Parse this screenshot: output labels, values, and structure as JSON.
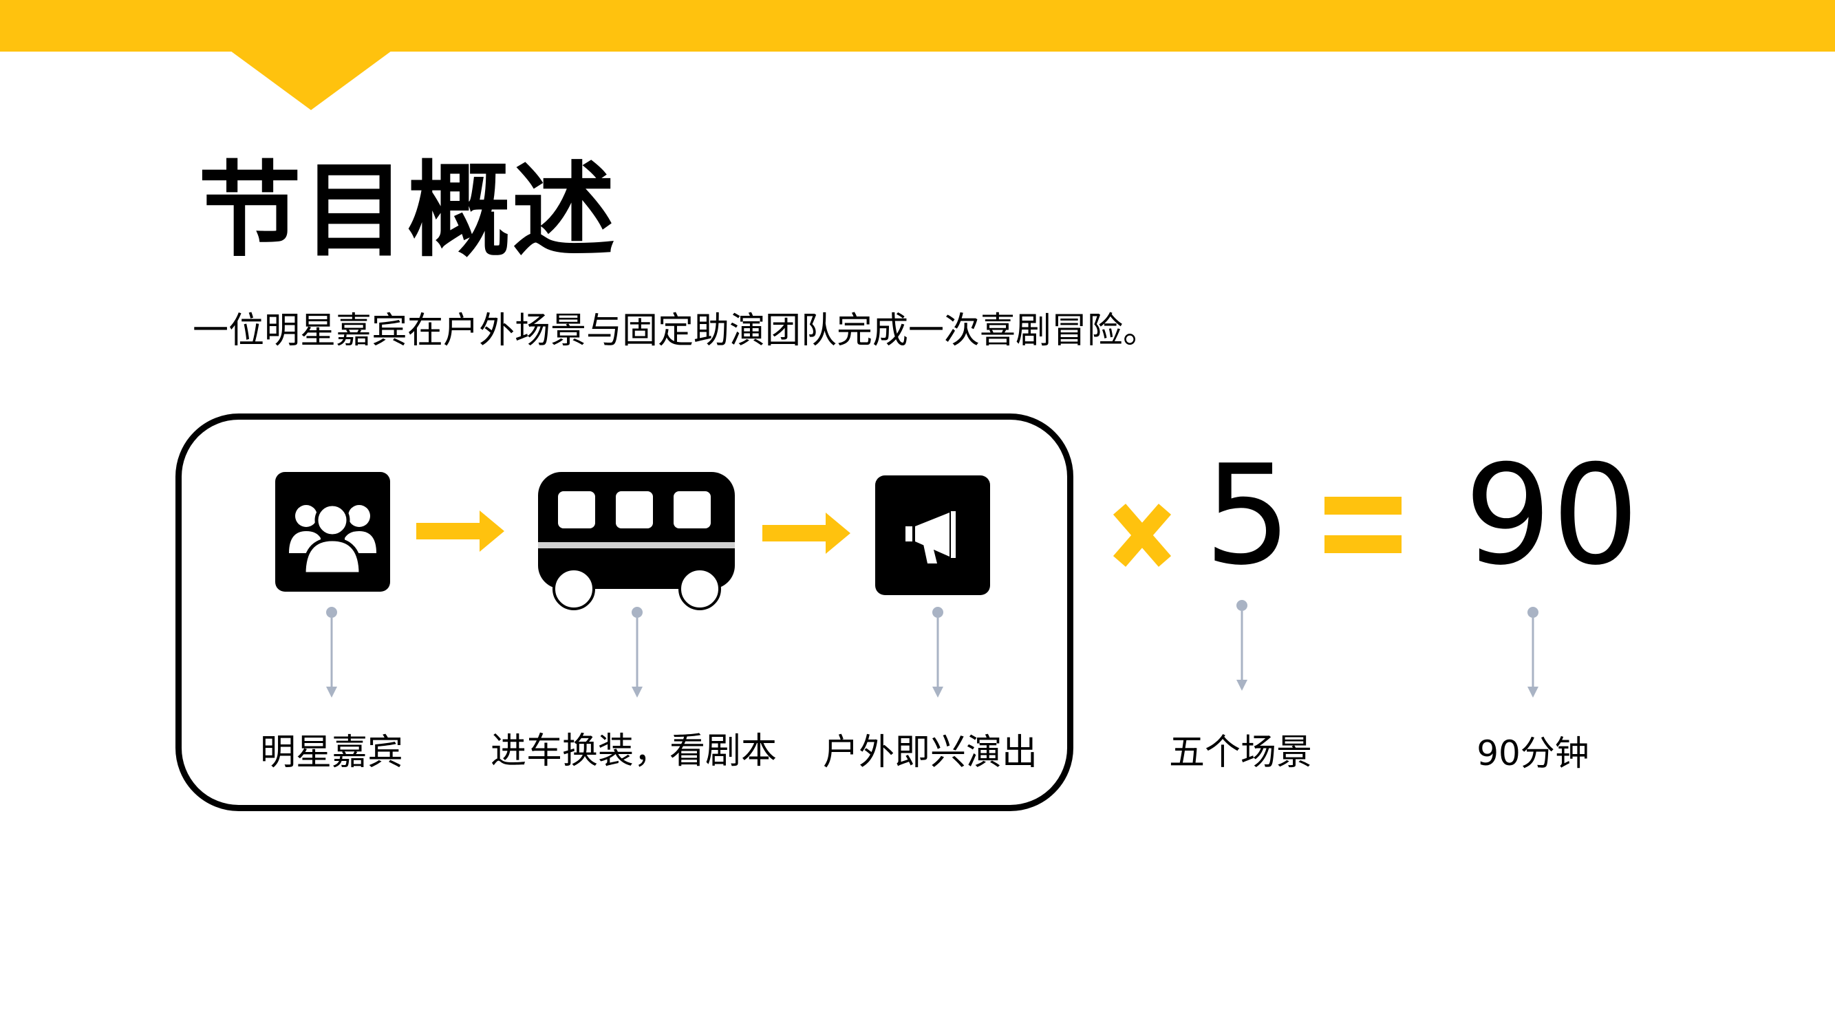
{
  "slide": {
    "title": "节目概述",
    "subtitle": "一位明星嘉宾在户外场景与固定助演团队完成一次喜剧冒险。"
  },
  "flow": {
    "steps": [
      {
        "label": "明星嘉宾",
        "icon": "guest-group-icon"
      },
      {
        "label": "进车换装，看剧本",
        "icon": "bus-icon"
      },
      {
        "label": "户外即兴演出",
        "icon": "megaphone-icon"
      }
    ],
    "multiplier": "5",
    "multiplier_label": "五个场景",
    "result": "90",
    "result_label": "90分钟"
  },
  "colors": {
    "accent": "#FFC20E",
    "ink": "#000000",
    "connector": "#A9B3C4"
  }
}
